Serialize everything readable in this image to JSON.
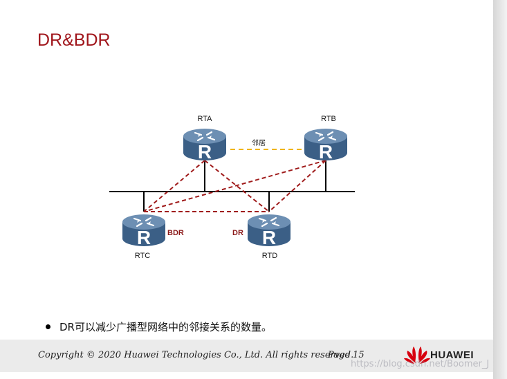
{
  "slide": {
    "title": "DR&BDR",
    "bullet": "DR可以减少广播型网络中的邻接关系的数量。"
  },
  "diagram": {
    "routers": [
      {
        "id": "rta",
        "label": "RTA",
        "glyph": "R",
        "role": ""
      },
      {
        "id": "rtb",
        "label": "RTB",
        "glyph": "R",
        "role": ""
      },
      {
        "id": "rtc",
        "label": "RTC",
        "glyph": "R",
        "role": "BDR"
      },
      {
        "id": "rtd",
        "label": "RTD",
        "glyph": "R",
        "role": "DR"
      }
    ],
    "neighbor_label": "邻居",
    "colors": {
      "router_body": "#3b5f86",
      "router_top": "#6d8fb3",
      "adjacency_line": "#a01c1c",
      "neighbor_line": "#f0b400",
      "bus": "#000000"
    }
  },
  "footer": {
    "copyright": "Copyright © 2020 Huawei Technologies Co., Ltd. All rights reserved.",
    "page": "Page 15",
    "brand": "HUAWEI",
    "watermark": "https://blog.csdn.net/Boomer_J"
  }
}
